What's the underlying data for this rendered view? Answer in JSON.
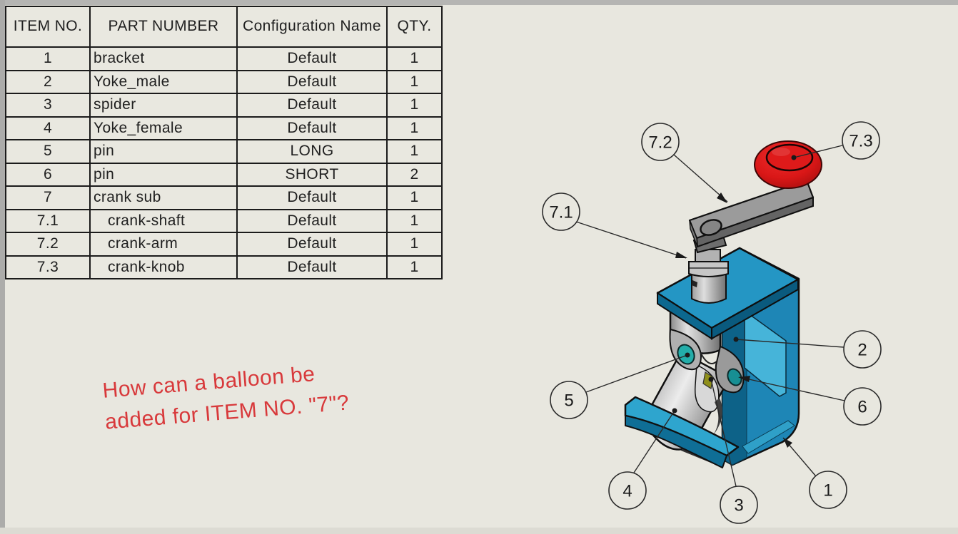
{
  "window": {
    "background_color": "#e8e7df",
    "top_strip_color": "#b5b5b3",
    "left_strip_color": "#acacaa",
    "bottom_strip_color": "#dcdbd3"
  },
  "bom_table": {
    "headers": [
      "ITEM NO.",
      "PART NUMBER",
      "Configuration Name",
      "QTY."
    ],
    "rows": [
      {
        "item_no": "1",
        "part_number": "bracket",
        "configuration": "Default",
        "qty": "1"
      },
      {
        "item_no": "2",
        "part_number": "Yoke_male",
        "configuration": "Default",
        "qty": "1"
      },
      {
        "item_no": "3",
        "part_number": "spider",
        "configuration": "Default",
        "qty": "1"
      },
      {
        "item_no": "4",
        "part_number": "Yoke_female",
        "configuration": "Default",
        "qty": "1"
      },
      {
        "item_no": "5",
        "part_number": "pin",
        "configuration": "LONG",
        "qty": "1"
      },
      {
        "item_no": "6",
        "part_number": "pin",
        "configuration": "SHORT",
        "qty": "2"
      },
      {
        "item_no": "7",
        "part_number": "crank sub",
        "configuration": "Default",
        "qty": "1"
      },
      {
        "item_no": "7.1",
        "part_number": "crank-shaft",
        "configuration": "Default",
        "qty": "1"
      },
      {
        "item_no": "7.2",
        "part_number": "crank-arm",
        "configuration": "Default",
        "qty": "1"
      },
      {
        "item_no": "7.3",
        "part_number": "crank-knob",
        "configuration": "Default",
        "qty": "1"
      }
    ]
  },
  "note": {
    "line1": "How can a balloon be",
    "line2": "added for ITEM NO. \"7\"?",
    "color": "#d8393b"
  },
  "balloons": [
    {
      "label": "7.2"
    },
    {
      "label": "7.3"
    },
    {
      "label": "7.1"
    },
    {
      "label": "2"
    },
    {
      "label": "5"
    },
    {
      "label": "6"
    },
    {
      "label": "4"
    },
    {
      "label": "3"
    },
    {
      "label": "1"
    }
  ],
  "model_palette": {
    "bracket_blue_top": "#2496c4",
    "bracket_blue_wall": "#1e86b6",
    "bracket_blue_inner": "#0d6288",
    "bracket_blue_highlight": "#46b4d9",
    "knob_red": "#de1a1a",
    "pin_teal": "#1ca4a4",
    "spider_yellow": "#8f8f1b",
    "metal_gray": "#9b9b9b"
  }
}
